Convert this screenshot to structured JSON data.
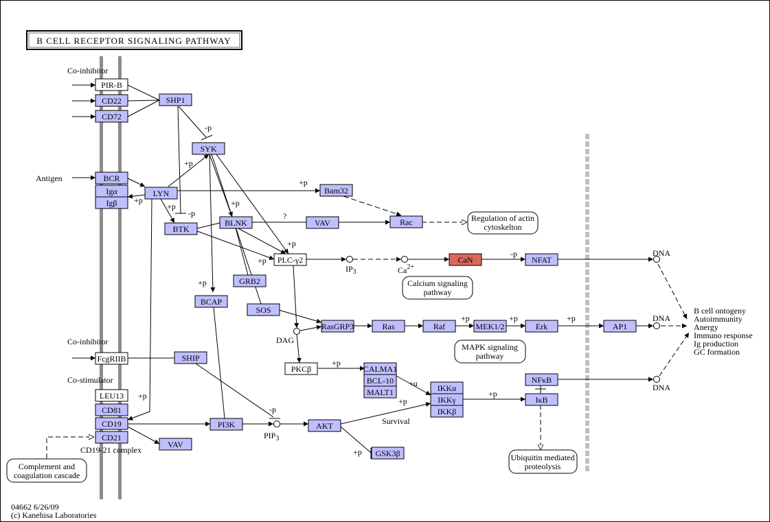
{
  "title": "B CELL RECEPTOR SIGNALING PATHWAY",
  "footer": {
    "id_date": "04662 6/26/09",
    "copyright": "(c) Kanehisa Laboratories"
  },
  "colors": {
    "gene": "#bfbfff",
    "highlight": "#d9685b",
    "membrane": "#8c8c8c",
    "nucleus_membrane": "#c0c0c0"
  },
  "genes": {
    "pirb": "PIR-B",
    "cd22": "CD22",
    "cd72": "CD72",
    "shp1": "SHP1",
    "syk": "SYK",
    "bcr": "BCR",
    "iga": "Igα",
    "igb": "Igβ",
    "lyn": "LYN",
    "bam32": "Bam32",
    "btk": "BTK",
    "blnk": "BLNK",
    "vav_top": "VAV",
    "rac": "Rac",
    "plcg2": "PLC-γ2",
    "can": "CaN",
    "nfat": "NFAT",
    "grb2": "GRB2",
    "bcap": "BCAP",
    "sos": "SOS",
    "rasgrp3": "RasGRP3",
    "ras": "Ras",
    "raf": "Raf",
    "mek": "MEK1/2",
    "erk": "Erk",
    "ap1": "AP1",
    "fcgriib": "FcgRIIB",
    "ship": "SHIP",
    "pkcb": "PKCβ",
    "calma1": "CALMA1",
    "bcl10": "BCL-10",
    "malt1": "MALT1",
    "ikka": "IKKα",
    "ikkg": "IKKγ",
    "ikkb": "IKKβ",
    "nfkb": "NFκB",
    "ikb": "IκB",
    "leu13": "LEU13",
    "cd81": "CD81",
    "cd19": "CD19",
    "cd21": "CD21",
    "pi3k": "PI3K",
    "akt": "AKT",
    "gsk3b": "GSK3β",
    "vav_bottom": "VAV"
  },
  "pathways": {
    "actin": [
      "Regulation of actin",
      "cytoskelton"
    ],
    "calcium": [
      "Calcium signaling",
      "pathway"
    ],
    "mapk": [
      "MAPK signaling",
      "pathway"
    ],
    "ubiquitin": [
      "Ubiquitin mediated",
      "proteolysis"
    ],
    "complement": [
      "Complement and",
      "coagulation cascade"
    ]
  },
  "labels": {
    "co_inhibitor_top": "Co-inhibitor",
    "antigen": "Antigen",
    "co_inhibitor_bottom": "Co-inhibitor",
    "co_stimulator": "Co-stimulator",
    "cd19_21": "CD19-21 complex",
    "dag": "DAG",
    "ip3": "IP",
    "ip3_sub": "3",
    "ca": "Ca",
    "ca_sup": "2+",
    "pip3": "PIP",
    "pip3_sub": "3",
    "survival": "Survival",
    "dna1": "DNA",
    "dna2": "DNA",
    "dna3": "DNA",
    "outcomes": [
      "B cell ontogeny",
      "Autoimmunity",
      "Anergy",
      "Immuno response",
      "Ig production",
      "GC formation"
    ]
  },
  "edge_labels": {
    "minus_p": "-p",
    "plus_p": "+p",
    "question": "?",
    "plus_u": "+u"
  }
}
